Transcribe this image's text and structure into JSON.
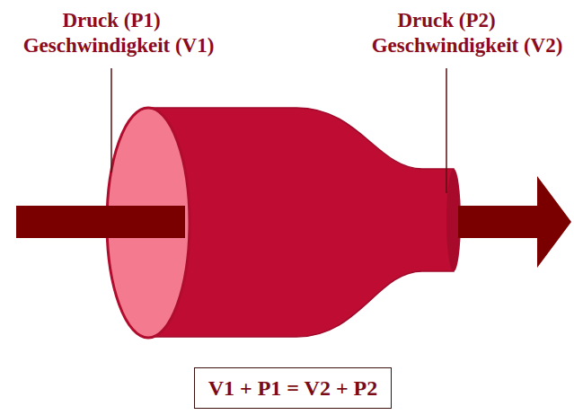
{
  "diagram": {
    "nodes": [
      {
        "text": [
          "V1 + P1 = V2 + P2"
        ]
      }
    ],
    "labels": [
      "Druck (P1)",
      "Geschwindigkeit (V1)",
      "Druck (P2)",
      "Geschwindigkeit (V2)"
    ]
  }
}
